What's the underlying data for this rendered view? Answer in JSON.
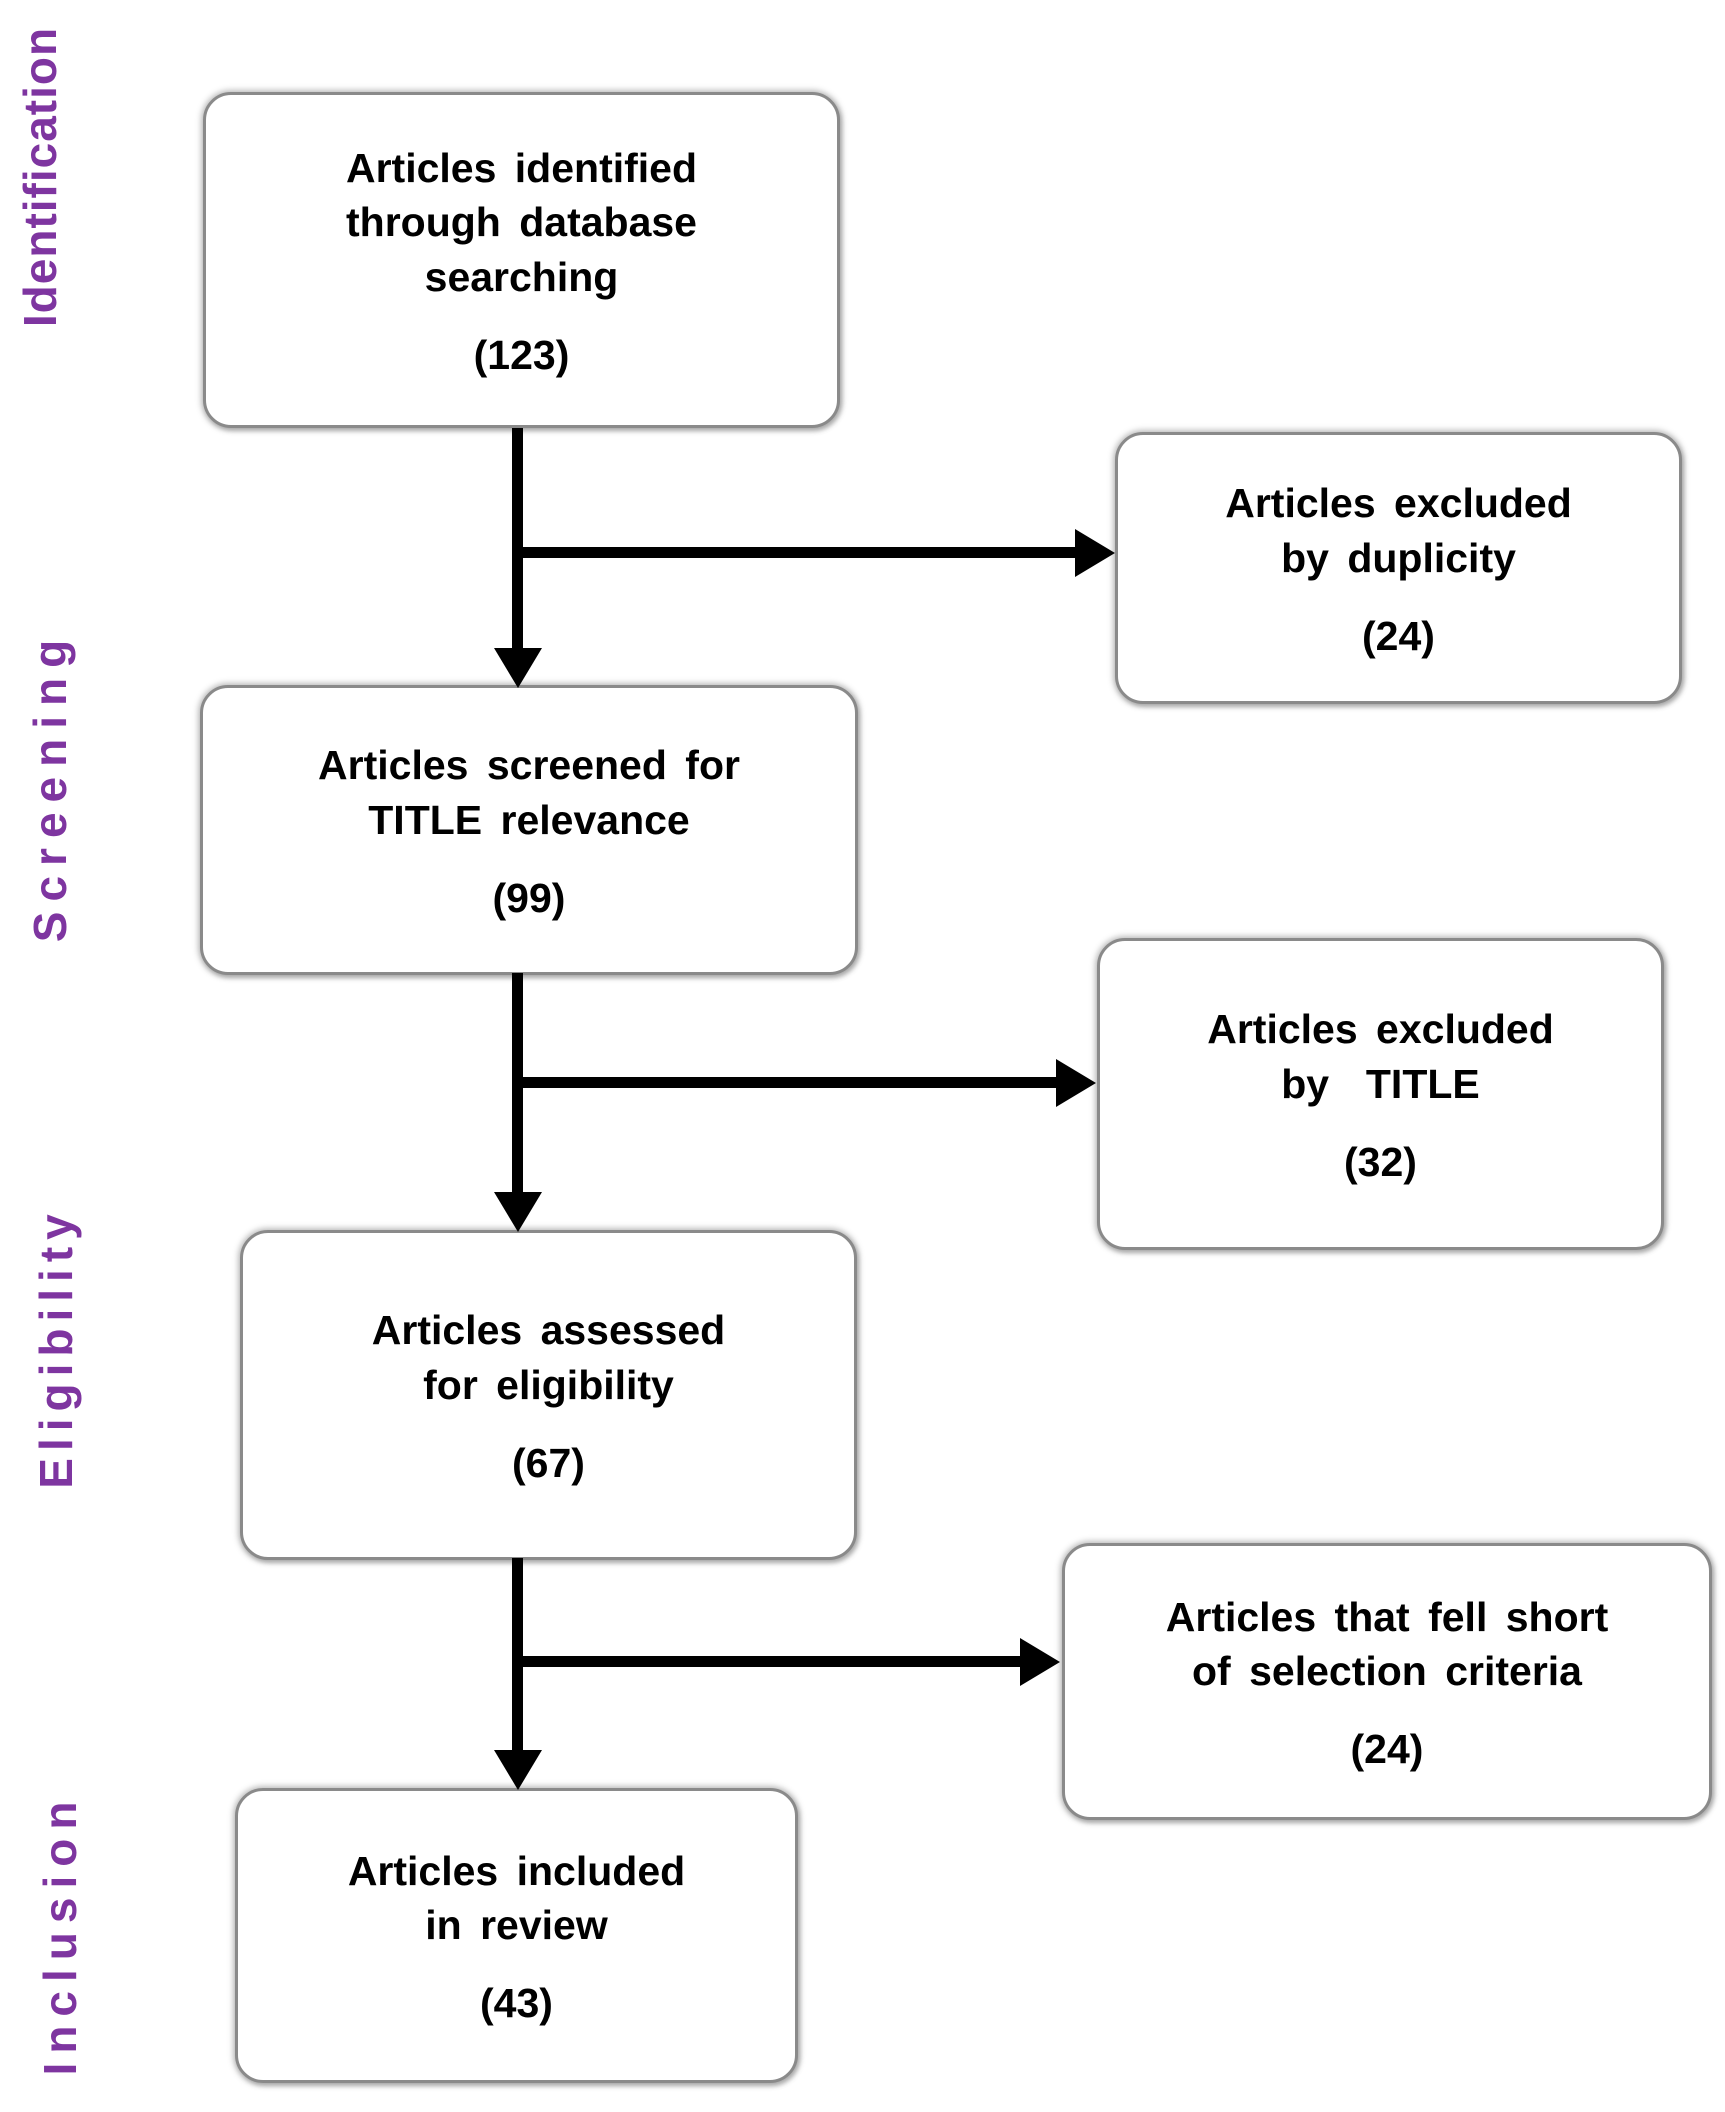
{
  "figure": {
    "type": "prisma-flow-diagram",
    "stage_labels": [
      {
        "label": "Identification"
      },
      {
        "label": "Screening"
      },
      {
        "label": "Eligibility"
      },
      {
        "label": "Inclusion"
      }
    ],
    "main_boxes": [
      {
        "text": "Articles identified\nthrough database\nsearching",
        "count": "(123)"
      },
      {
        "text": "Articles screened for\nTITLE relevance",
        "count": "(99)"
      },
      {
        "text": "Articles assessed\nfor eligibility",
        "count": "(67)"
      },
      {
        "text": "Articles included\nin review",
        "count": "(43)"
      }
    ],
    "exclusion_boxes": [
      {
        "text": "Articles excluded\nby duplicity",
        "count": "(24)"
      },
      {
        "text": "Articles excluded\nby  TITLE",
        "count": "(32)"
      },
      {
        "text": "Articles that fell short\nof selection criteria",
        "count": "(24)"
      }
    ],
    "colors": {
      "stage_label": "#7e35a0",
      "box_border": "#8a8a8a",
      "box_fill": "#ffffff",
      "text": "#000000",
      "arrow": "#000000",
      "background": "#ffffff"
    }
  }
}
